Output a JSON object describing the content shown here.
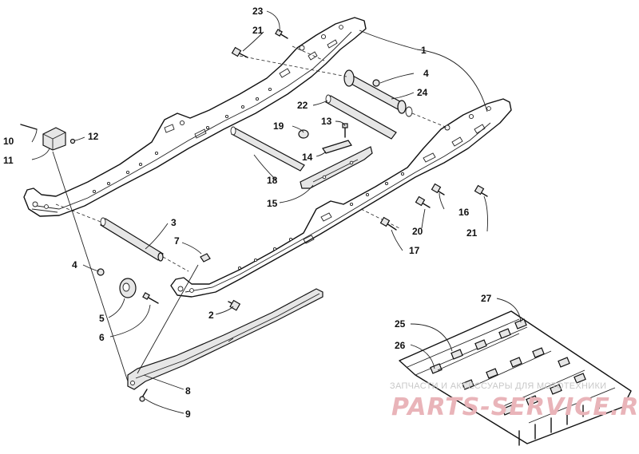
{
  "callouts": [
    {
      "id": "c1",
      "text": "1"
    },
    {
      "id": "c2",
      "text": "2"
    },
    {
      "id": "c3",
      "text": "3"
    },
    {
      "id": "c4a",
      "text": "4"
    },
    {
      "id": "c4b",
      "text": "4"
    },
    {
      "id": "c5",
      "text": "5"
    },
    {
      "id": "c6",
      "text": "6"
    },
    {
      "id": "c7",
      "text": "7"
    },
    {
      "id": "c8",
      "text": "8"
    },
    {
      "id": "c9",
      "text": "9"
    },
    {
      "id": "c10",
      "text": "10"
    },
    {
      "id": "c11",
      "text": "11"
    },
    {
      "id": "c12",
      "text": "12"
    },
    {
      "id": "c13",
      "text": "13"
    },
    {
      "id": "c14",
      "text": "14"
    },
    {
      "id": "c15",
      "text": "15"
    },
    {
      "id": "c16",
      "text": "16"
    },
    {
      "id": "c17",
      "text": "17"
    },
    {
      "id": "c18",
      "text": "18"
    },
    {
      "id": "c19",
      "text": "19"
    },
    {
      "id": "c20",
      "text": "20"
    },
    {
      "id": "c21a",
      "text": "21"
    },
    {
      "id": "c21b",
      "text": "21"
    },
    {
      "id": "c22",
      "text": "22"
    },
    {
      "id": "c23",
      "text": "23"
    },
    {
      "id": "c24",
      "text": "24"
    },
    {
      "id": "c25",
      "text": "25"
    },
    {
      "id": "c26",
      "text": "26"
    },
    {
      "id": "c27",
      "text": "27"
    }
  ],
  "watermark": {
    "line1": "ЗАПЧАСТИ И АКСЕССУАРЫ ДЛЯ МОТОТЕХНИКИ",
    "line2": "PARTS-SERVICE.RU"
  }
}
